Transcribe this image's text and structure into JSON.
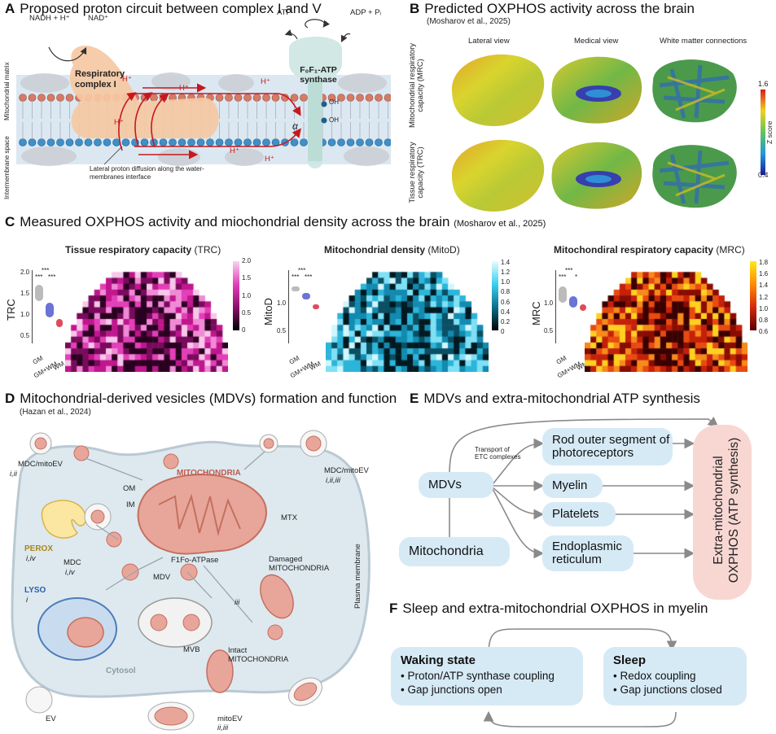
{
  "panelA": {
    "letter": "A",
    "title": "Proposed proton circuit between complex I and V",
    "nadh": "NADH + H⁺",
    "nad": "NAD⁺",
    "atp": "ATP",
    "adp": "ADP + Pᵢ",
    "complex1": "Respiratory complex I",
    "synthase": "F₀F₁-ATP synthase",
    "proton": "H⁺",
    "alpha": "α",
    "oh": "OH",
    "matrix": "Mitochondrial matrix",
    "intermembrane": "Intermembrane space",
    "diffusion": "Lateral proton diffusion along the water-membranes interface"
  },
  "panelB": {
    "letter": "B",
    "title": "Predicted OXPHOS activity across the brain",
    "citation": "(Mosharov et al., 2025)",
    "col1": "Lateral view",
    "col2": "Medical view",
    "col3": "White matter connections",
    "row1": "Mitochondrial respiratory capacity (MRC)",
    "row2": "Tissue respiratory capacity (TRC)",
    "cbar_max": "1.6",
    "cbar_min": "0.4",
    "cbar_label": "Z score"
  },
  "panelC": {
    "letter": "C",
    "title": "Measured OXPHOS activity and miochondrial density across the brain",
    "citation": "(Mosharov et al., 2025)",
    "maps": [
      {
        "title_bold": "Tissue respiratory capacity",
        "title_abbr": "(TRC)",
        "ylabel": "TRC",
        "yticks": [
          "2.0",
          "1.5",
          "1.0",
          "0.5"
        ],
        "cbar": [
          "2.0",
          "1.5",
          "1.0",
          "0.5",
          "0"
        ],
        "sig": [
          "***",
          "***",
          "***"
        ]
      },
      {
        "title_bold": "Mitochondrial density",
        "title_abbr": "(MitoD)",
        "ylabel": "MitoD",
        "yticks": [
          "1.0",
          "0.5"
        ],
        "cbar": [
          "1.4",
          "1.2",
          "1.0",
          "0.8",
          "0.6",
          "0.4",
          "0.2",
          "0"
        ],
        "sig": [
          "***",
          "***",
          "***"
        ]
      },
      {
        "title_bold": "Mitochondiral respiratory capacity",
        "title_abbr": "(MRC)",
        "ylabel": "MRC",
        "yticks": [
          "1.0",
          "0.5"
        ],
        "cbar": [
          "1.8",
          "1.6",
          "1.4",
          "1.2",
          "1.0",
          "0.8",
          "0.6"
        ],
        "sig": [
          "***",
          "***",
          "*"
        ]
      }
    ],
    "groups": [
      "GM",
      "GM+WM",
      "WM"
    ]
  },
  "panelD": {
    "letter": "D",
    "title": "Mitochondrial-derived vesicles (MDVs) formation and function",
    "citation": "(Hazan et al., 2024)",
    "mdc_mitoev_tl": "MDC/mitoEV",
    "mdc_mitoev_tl_refs": "i,ii",
    "mdc_mitoev_tr": "MDC/mitoEV",
    "mdc_mitoev_tr_refs": "i,ii,iii",
    "mitochondria": "MITOCHONDRIA",
    "om": "OM",
    "im": "IM",
    "mtx": "MTX",
    "perox": "PEROX",
    "perox_refs": "i,iv",
    "mdc": "MDC",
    "mdc_refs": "i,iv",
    "lyso": "LYSO",
    "lyso_refs": "i",
    "f1fo": "F1Fo-ATPase",
    "mdv": "MDV",
    "damaged": "Damaged MITOCHONDRIA",
    "iii": "iii",
    "mvb": "MVB",
    "intact": "Intact MITOCHONDRIA",
    "cytosol": "Cytosol",
    "plasma": "Plasma membrane",
    "ev": "EV",
    "mitoev": "mitoEV",
    "mitoev_refs": "ii,iii"
  },
  "panelE": {
    "letter": "E",
    "title": "MDVs and extra-mitochondrial ATP synthesis",
    "mdvs": "MDVs",
    "mitochondria": "Mitochondria",
    "transport": "Transport of ETC complexes",
    "targets": [
      "Rod outer segment of photoreceptors",
      "Myelin",
      "Platelets",
      "Endoplasmic reticulum"
    ],
    "outcome": "Extra-mitochondrial OXPHOS (ATP synthesis)"
  },
  "panelF": {
    "letter": "F",
    "title": "Sleep and extra-mitochondrial OXPHOS in myelin",
    "waking_title": "Waking state",
    "waking_items": [
      "• Proton/ATP synthase coupling",
      "• Gap junctions open"
    ],
    "sleep_title": "Sleep",
    "sleep_items": [
      "• Redox coupling",
      "• Gap junctions closed"
    ]
  },
  "colors": {
    "complex": "#f6c8a3",
    "synthase": "#cfe7e3",
    "proton_arrow": "#c8171e",
    "node": "#d6eaf6",
    "outcome": "#f8d7d3",
    "mito": "#e8a69a",
    "trc_map": "#d0119a",
    "mitod_map": "#2bb5d9",
    "mrc_map": "#d42a0c"
  }
}
